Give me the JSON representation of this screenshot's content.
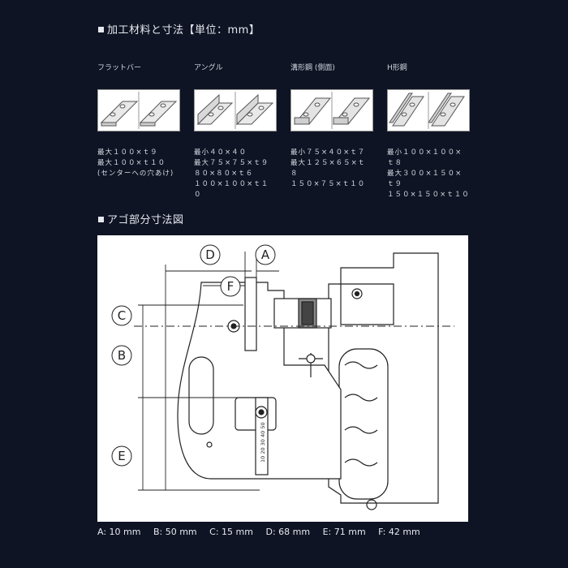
{
  "section1": {
    "title": "加工材料と寸法【単位：mm】"
  },
  "materials": [
    {
      "name": "フラットバー",
      "icon": "flat-bar-icon",
      "specs": "最大１００×ｔ９\n最大１００×ｔ１０\n(センターへの穴あけ)"
    },
    {
      "name": "アングル",
      "icon": "angle-bar-icon",
      "specs": "最小４０×４０\n最大７５×７５×ｔ９\n８０×８０×ｔ６\n１００×１００×ｔ１\n０"
    },
    {
      "name": "溝形鋼 (側面)",
      "icon": "channel-steel-icon",
      "specs": "最小７５×４０×ｔ７\n最大１２５×６５×ｔ\n８\n１５０×７５×ｔ１０"
    },
    {
      "name": "H形鋼",
      "icon": "h-beam-icon",
      "specs": "最小１００×１００×\nｔ８\n最大３００×１５０×\nｔ９\n１５０×１５０×ｔ１０"
    }
  ],
  "section2": {
    "title": "アゴ部分寸法図"
  },
  "diagram": {
    "labels": {
      "a": "A",
      "b": "B",
      "c": "C",
      "d": "D",
      "e": "E",
      "f": "F"
    },
    "scale_text": "10 20 30 40 50"
  },
  "dimensions": [
    {
      "text": "A: 10 mm"
    },
    {
      "text": "B: 50 mm"
    },
    {
      "text": "C: 15 mm"
    },
    {
      "text": "D: 68 mm"
    },
    {
      "text": "E: 71 mm"
    },
    {
      "text": "F: 42 mm"
    }
  ]
}
